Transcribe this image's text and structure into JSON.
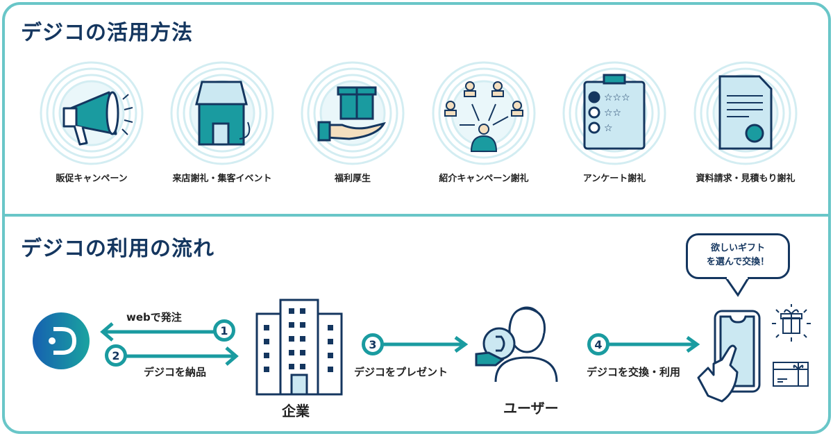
{
  "section1": {
    "title": "デジコの活用方法",
    "items": [
      {
        "label": "販促キャンペーン",
        "icon": "megaphone-icon"
      },
      {
        "label": "来店謝礼・集客イベント",
        "icon": "store-icon"
      },
      {
        "label": "福利厚生",
        "icon": "gift-hand-icon"
      },
      {
        "label": "紹介キャンペーン謝礼",
        "icon": "referral-people-icon"
      },
      {
        "label": "アンケート謝礼",
        "icon": "survey-clipboard-icon"
      },
      {
        "label": "資料請求・見積もり謝礼",
        "icon": "document-icon"
      }
    ]
  },
  "section2": {
    "title": "デジコの利用の流れ",
    "steps": [
      {
        "number": "1",
        "label": "webで発注"
      },
      {
        "number": "2",
        "label": "デジコを納品"
      },
      {
        "number": "3",
        "label": "デジコをプレゼント"
      },
      {
        "number": "4",
        "label": "デジコを交換・利用"
      }
    ],
    "actors": {
      "company": "企業",
      "user": "ユーザー"
    },
    "bubble": {
      "line1": "欲しいギフト",
      "line2": "を選んで交換！"
    }
  },
  "colors": {
    "border": "#69c6c8",
    "navy": "#14365f",
    "teal": "#1a9ba0",
    "light": "#cbe8f2"
  }
}
